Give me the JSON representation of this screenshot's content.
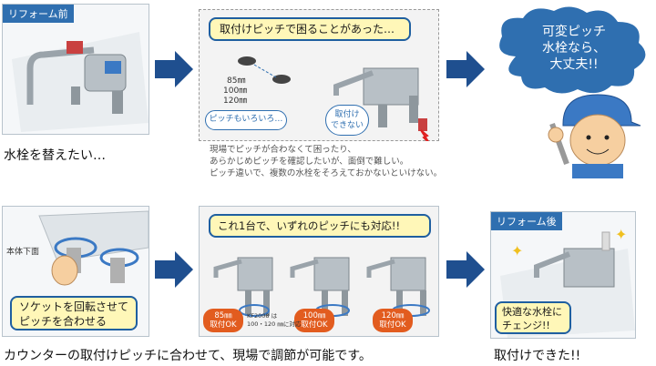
{
  "top": {
    "before_tag": "リフォーム前",
    "caption_left": "水栓を替えたい…",
    "problem_title": "取付けピッチで困ることがあった…",
    "pitches": [
      "85㎜",
      "100㎜",
      "120㎜"
    ],
    "pitch_bubble": "ピッチもいろいろ…",
    "cannot_install_line1": "取付け",
    "cannot_install_line2": "できない",
    "notes": [
      "現場でピッチが合わなくて困ったり、",
      "あらかじめピッチを確認したいが、面倒で難しい。",
      "ピッチ違いで、複数の水栓をそろえておかないといけない。"
    ],
    "cloud_line1": "可変ピッチ",
    "cloud_line2": "水栓なら、",
    "cloud_line3": "大丈夫!!"
  },
  "bottom": {
    "body_label": "本体下面",
    "socket_line1": "ソケットを回転させて",
    "socket_line2": "ピッチを合わせる",
    "solution_title": "これ1台で、いずれのピッチにも対応!!",
    "pills": [
      {
        "pitch": "85㎜",
        "ok": "取付OK"
      },
      {
        "pitch": "100㎜",
        "ok": "取付OK"
      },
      {
        "pitch": "120㎜",
        "ok": "取付OK"
      }
    ],
    "kf_note_line1": "KF2008 は",
    "kf_note_line2": "100・120 ㎜に対応",
    "caption_main": "カウンターの取付けピッチに合わせて、現場で調節が可能です。",
    "after_tag": "リフォーム後",
    "after_box_line1": "快適な水栓に",
    "after_box_line2": "チェンジ!!",
    "caption_after": "取付けできた!!"
  },
  "colors": {
    "accent_blue": "#1f5fa0",
    "tag_blue": "#2f6fb0",
    "orange": "#e25c1f",
    "yellow": "#fff7b8"
  }
}
